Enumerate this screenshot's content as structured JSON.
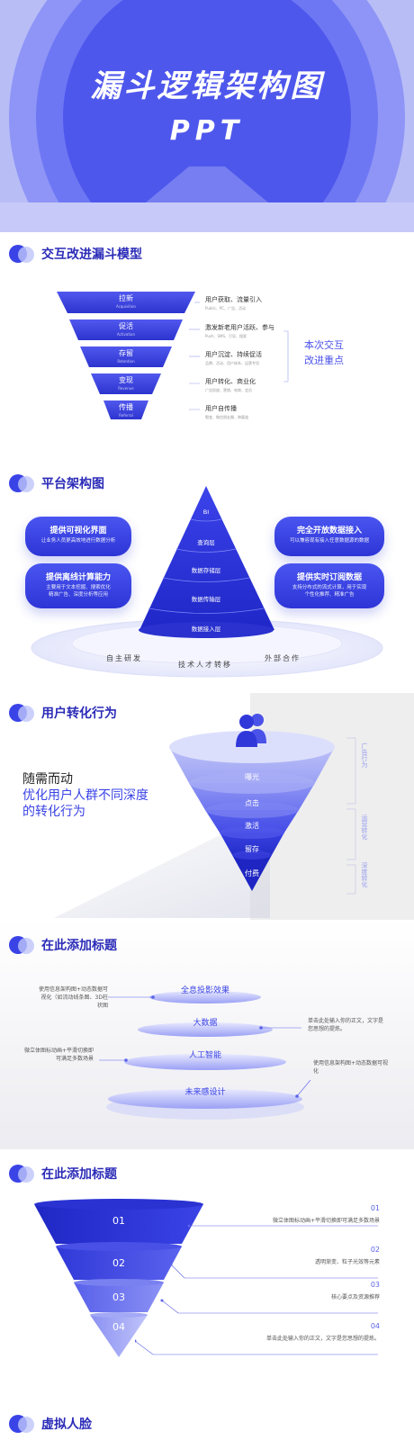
{
  "hero": {
    "title": "漏斗逻辑架构图",
    "subtitle": "PPT"
  },
  "section1": {
    "title": "交互改进漏斗模型",
    "levels": [
      {
        "label": "拉新",
        "sub": "Acquisition",
        "desc": "用户获取、流量引入",
        "desc_sub": "Public、PC、广告、活动"
      },
      {
        "label": "促活",
        "sub": "Activation",
        "desc": "激发新老用户活跃、参与",
        "desc_sub": "Push、SMS、引导、搜索"
      },
      {
        "label": "存留",
        "sub": "Retention",
        "desc": "用户沉淀、持续促活",
        "desc_sub": "品牌、活动、用户体系、运营专项"
      },
      {
        "label": "变现",
        "sub": "Revenue",
        "desc": "用户转化、商业化",
        "desc_sub": "广告投放、营销、电商、会员"
      },
      {
        "label": "传播",
        "sub": "Referral",
        "desc": "用户自传播",
        "desc_sub": "裂变、微信朋友圈、跨渠道"
      }
    ],
    "note": "本次交互\n改进重点"
  },
  "section2": {
    "title": "平台架构图",
    "pyramid": [
      "BI",
      "查询层",
      "数据存储层",
      "数据传输层",
      "数据接入层"
    ],
    "left_cards": [
      {
        "title": "提供可视化界面",
        "desc": "让业务人员更高效地进行数据分析"
      },
      {
        "title": "提供离线计算能力",
        "desc": "主要用于文本挖掘、搜索优化\n精准广告、深度分析等应用"
      }
    ],
    "right_cards": [
      {
        "title": "完全开放数据接入",
        "desc": "可以兼容现有接入任意数据源的数据"
      },
      {
        "title": "提供实时订阅数据",
        "desc": "支持分布式的流式计算，用于实现\n个性化推荐、精准广告"
      }
    ],
    "base_labels": [
      "自主研发",
      "技术人才转移",
      "外部合作"
    ]
  },
  "section3": {
    "title": "用户转化行为",
    "heading1": "随需而动",
    "heading2": "优化用户人群不同深度",
    "heading3": "的转化行为",
    "levels": [
      "曝光",
      "点击",
      "激活",
      "留存",
      "付费"
    ],
    "side_labels": [
      "广告行为",
      "运营转化",
      "深度转化"
    ]
  },
  "section4": {
    "title": "在此添加标题",
    "levels": [
      "全息投影效果",
      "大数据",
      "人工智能",
      "未来感设计"
    ],
    "notes": [
      "使用信息架构图+动态数据可视化（如流动线条图、3D柱状图",
      "单击此处输入你的正文，文字是您思想的提炼。",
      "微立体图标动画+平滑切换即可满足多数场景",
      "使用信息架构图+动态数据可视化"
    ]
  },
  "section5": {
    "title": "在此添加标题",
    "levels": [
      "01",
      "02",
      "03",
      "04"
    ],
    "items": [
      {
        "num": "01",
        "text": "微立体图标动画+平滑切换即可满足多数场景"
      },
      {
        "num": "02",
        "text": "透明渐变、粒子光效等元素"
      },
      {
        "num": "03",
        "text": "核心要点及资源推荐"
      },
      {
        "num": "04",
        "text": "单击此处输入你的正文，文字是您思想的提炼。"
      }
    ]
  },
  "section6": {
    "title": "虚拟人脸"
  },
  "colors": {
    "primary": "#3a43e6",
    "dark": "#2b2bb8",
    "light": "#c9cdfb",
    "bg_hero": "#5b64f2"
  }
}
